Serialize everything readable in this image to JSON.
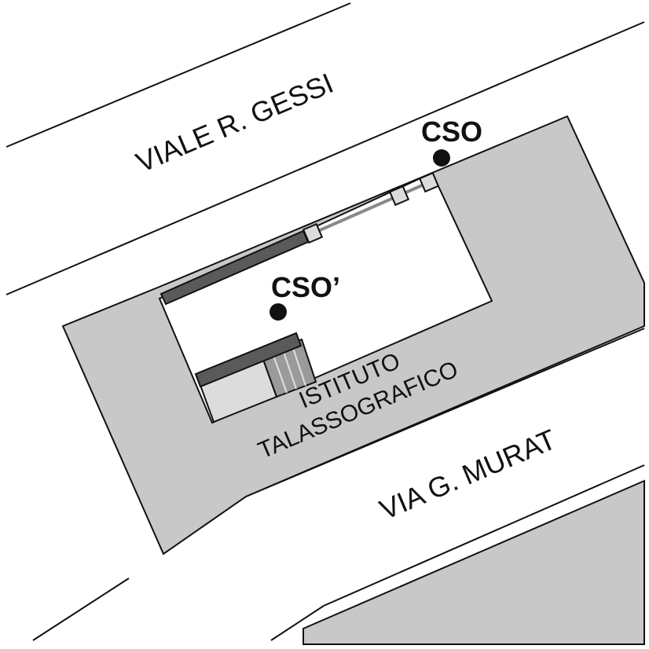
{
  "streets": {
    "north": "VIALE R. GESSI",
    "south": "VIA G. MURAT"
  },
  "building": {
    "line1": "ISTITUTO",
    "line2": "TALASSOGRAFICO"
  },
  "stations": {
    "cso": "CSO",
    "cso_prime": "CSO’"
  },
  "colors": {
    "building_fill": "#c8c8c8",
    "outline": "#111111",
    "dark_bar": "#5a5a5a",
    "light_block": "#dcdcdc",
    "stair_fill": "#9a9a9a",
    "connector": "#8a8a8a",
    "station_marker": "#111111"
  }
}
